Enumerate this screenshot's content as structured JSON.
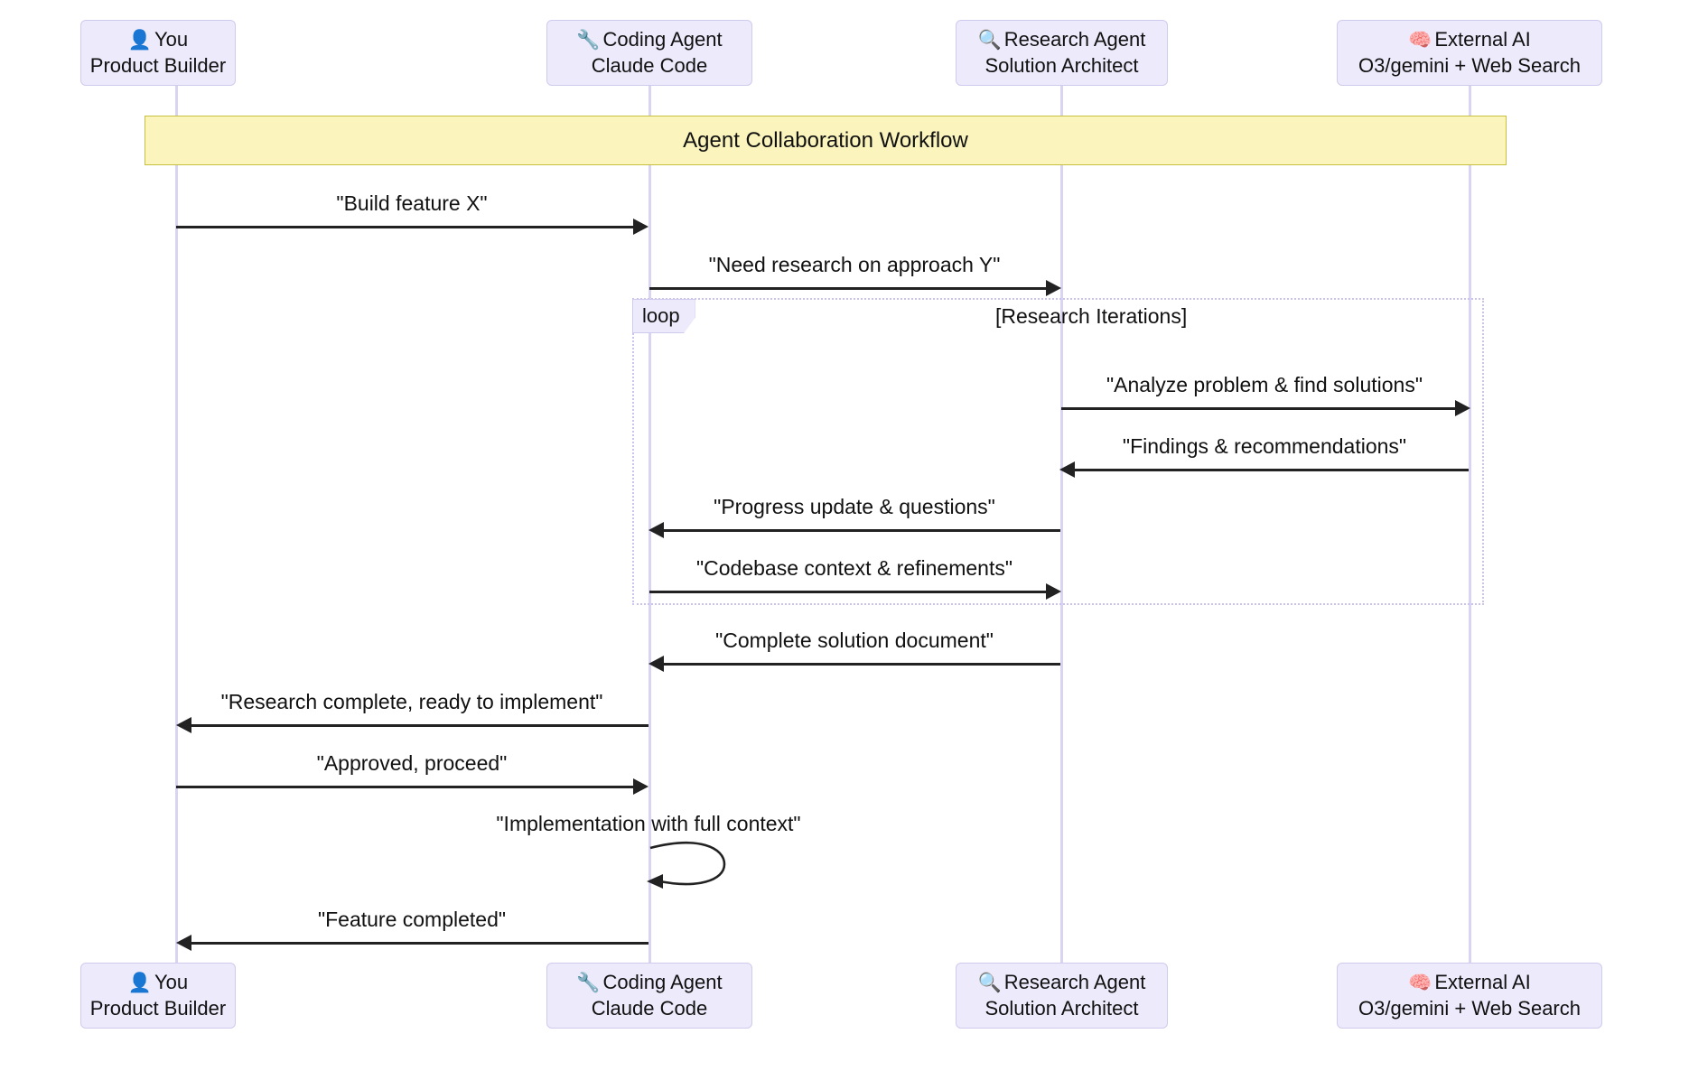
{
  "diagram": {
    "type": "sequence-diagram",
    "title": "Agent Collaboration Workflow",
    "banner_label": "Agent Collaboration Workflow",
    "colors": {
      "participant_fill": "#ECEAFB",
      "participant_border": "#CFCBEE",
      "lifeline": "#D8D4F2",
      "note_fill": "#FBF4BD",
      "note_border": "#C6C03E",
      "arrow": "#222222",
      "loop_border": "#C9C3EE",
      "text": "#111111"
    }
  },
  "participants": [
    {
      "id": "you",
      "icon": "bust-in-silhouette-icon",
      "emoji": "👤",
      "line1": "You",
      "line2": "Product Builder"
    },
    {
      "id": "coding-agent",
      "icon": "wrench-icon",
      "emoji": "🔧",
      "line1": "Coding Agent",
      "line2": "Claude Code"
    },
    {
      "id": "research-agent",
      "icon": "magnifying-glass-icon",
      "emoji": "🔍",
      "line1": "Research Agent",
      "line2": "Solution Architect"
    },
    {
      "id": "external-ai",
      "icon": "brain-icon",
      "emoji": "🧠",
      "line1": "External AI",
      "line2": "O3/gemini + Web Search"
    }
  ],
  "fragment": {
    "keyword": "loop",
    "condition": "[Research Iterations]"
  },
  "messages": [
    {
      "id": "m1",
      "label": "\"Build feature X\"",
      "from": "you",
      "to": "coding-agent",
      "direction": "right"
    },
    {
      "id": "m2",
      "label": "\"Need research on approach Y\"",
      "from": "coding-agent",
      "to": "research-agent",
      "direction": "right"
    },
    {
      "id": "m3",
      "label": "\"Analyze problem & find solutions\"",
      "from": "research-agent",
      "to": "external-ai",
      "direction": "right"
    },
    {
      "id": "m4",
      "label": "\"Findings & recommendations\"",
      "from": "external-ai",
      "to": "research-agent",
      "direction": "left"
    },
    {
      "id": "m5",
      "label": "\"Progress update & questions\"",
      "from": "research-agent",
      "to": "coding-agent",
      "direction": "left"
    },
    {
      "id": "m6",
      "label": "\"Codebase context & refinements\"",
      "from": "coding-agent",
      "to": "research-agent",
      "direction": "right"
    },
    {
      "id": "m7",
      "label": "\"Complete solution document\"",
      "from": "research-agent",
      "to": "coding-agent",
      "direction": "left"
    },
    {
      "id": "m8",
      "label": "\"Research complete, ready to implement\"",
      "from": "coding-agent",
      "to": "you",
      "direction": "left"
    },
    {
      "id": "m9",
      "label": "\"Approved, proceed\"",
      "from": "you",
      "to": "coding-agent",
      "direction": "right"
    },
    {
      "id": "m10",
      "label": "\"Implementation with full context\"",
      "from": "coding-agent",
      "to": "coding-agent",
      "direction": "self"
    },
    {
      "id": "m11",
      "label": "\"Feature completed\"",
      "from": "coding-agent",
      "to": "you",
      "direction": "left"
    }
  ]
}
